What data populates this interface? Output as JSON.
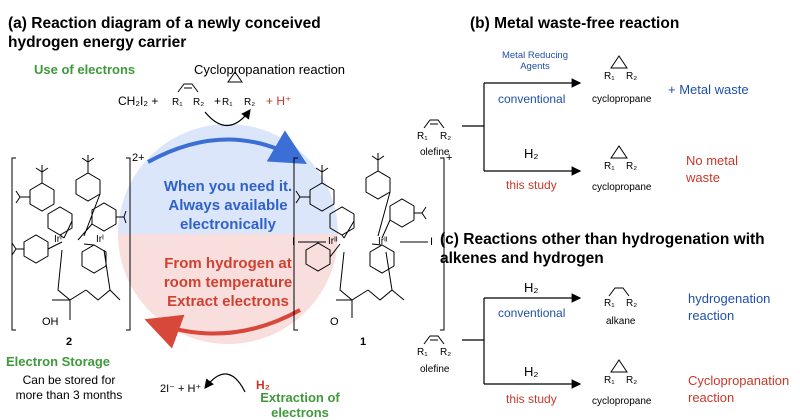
{
  "panel_a": {
    "title_line1": "(a) Reaction diagram of a newly conceived",
    "title_line2": "hydrogen energy carrier",
    "use_of_electrons": "Use of electrons",
    "cyclopropanation_reaction": "Cyclopropanation reaction",
    "reagent_ch2i2": "CH₂I₂ +",
    "plus": "+",
    "h_plus": "+ H⁺",
    "charge_2plus": "2+",
    "charge_plus": "+",
    "top_half_line1": "When you need it.",
    "top_half_line2": "Always available",
    "top_half_line3": "electronically",
    "bottom_half_line1": "From hydrogen at",
    "bottom_half_line2": "room temperature",
    "bottom_half_line3": "Extract electrons",
    "compound_2": "2",
    "compound_1": "1",
    "electron_storage": "Electron Storage",
    "storage_line1": "Can be stored for",
    "storage_line2": "more than 3 months",
    "iodide_products": "2I⁻ + H⁺",
    "h2": "H₂",
    "extraction_line1": "Extraction of",
    "extraction_line2": "electrons",
    "oh_label": "OH",
    "o_label": "O",
    "ir_label_2a": "Irᴵ",
    "ir_label_2b": "Irᴵ",
    "ir_label_1a": "Irᴵᴵ",
    "ir_label_1b": "Irᴵᴵ",
    "iodo": "I"
  },
  "panel_b": {
    "title": "(b) Metal waste-free reaction",
    "metal_reducing_line1": "Metal Reducing",
    "metal_reducing_line2": "Agents",
    "conventional": "conventional",
    "h2": "H₂",
    "this_study": "this study",
    "olefine": "olefine",
    "cyclopropane_top": "cyclopropane",
    "cyclopropane_bottom": "cyclopropane",
    "metal_waste": "+ Metal waste",
    "no_metal_line1": "No metal",
    "no_metal_line2": "waste"
  },
  "panel_c": {
    "title_line1": "(c) Reactions other than hydrogenation with",
    "title_line2": "alkenes and hydrogen",
    "h2_top": "H₂",
    "conventional": "conventional",
    "h2_bottom": "H₂",
    "this_study": "this study",
    "olefine": "olefine",
    "alkane": "alkane",
    "cyclopropane": "cyclopropane",
    "hydrogenation_line1": "hydrogenation",
    "hydrogenation_line2": "reaction",
    "cyclopropanation_line1": "Cyclopropanation",
    "cyclopropanation_line2": "reaction"
  },
  "labels": {
    "r1": "R₁",
    "r2": "R₂"
  },
  "colors": {
    "blue": "#1f50a8",
    "red": "#c8382a",
    "green": "#3f9a3a",
    "circle_top": "#dce6fa",
    "circle_bottom": "#f9dede"
  }
}
